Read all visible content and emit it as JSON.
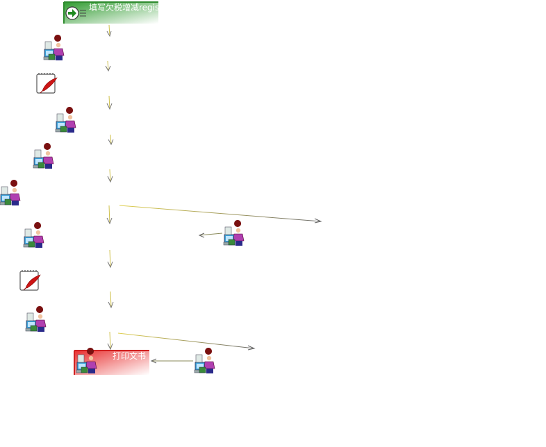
{
  "start_node": {
    "label": "填写欠税增减registry",
    "icon": "arrow-right-icon",
    "colors": {
      "border": "#2e8b2e",
      "fill_from": "#2f9a2f",
      "fill_to": "#ffffff"
    }
  },
  "end_node": {
    "label": "打印文书",
    "icon": "clerk-at-computer-icon",
    "colors": {
      "border": "#d02020",
      "fill_from": "#e83030",
      "fill_to": "#ffffff"
    }
  },
  "nodes": [
    {
      "id": "n1",
      "icon": "clerk-at-computer-icon"
    },
    {
      "id": "n2",
      "icon": "notepad-quill-icon"
    },
    {
      "id": "n3",
      "icon": "clerk-at-computer-icon"
    },
    {
      "id": "n4",
      "icon": "clerk-at-computer-icon"
    },
    {
      "id": "n5",
      "icon": "clerk-at-computer-icon"
    },
    {
      "id": "n6",
      "icon": "clerk-at-computer-icon"
    },
    {
      "id": "n7",
      "icon": "notepad-quill-icon"
    },
    {
      "id": "n8",
      "icon": "clerk-at-computer-icon"
    },
    {
      "id": "side1",
      "icon": "clerk-at-computer-icon"
    },
    {
      "id": "side2",
      "icon": "clerk-at-computer-icon"
    }
  ],
  "connector_colors": {
    "head": "#6b6b6b",
    "tail": "#e0d050"
  }
}
